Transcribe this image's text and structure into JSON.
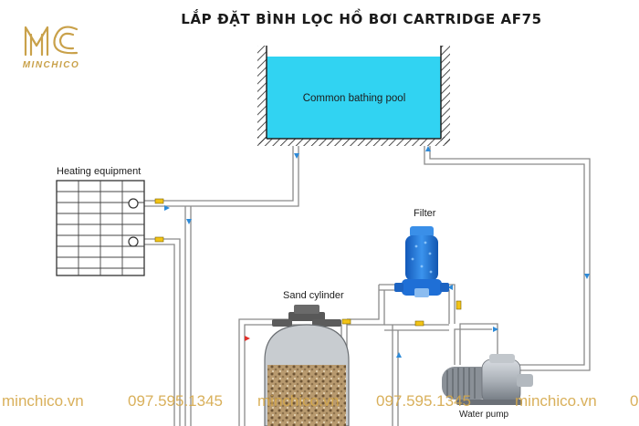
{
  "title": "LẮP ĐẶT BÌNH LỌC HỒ BƠI CARTRIDGE AF75",
  "brand": {
    "name": "MINCHICO",
    "gold": "#c9a14a"
  },
  "labels": {
    "pool": "Common bathing pool",
    "heating": "Heating equipment",
    "filter": "Filter",
    "sand": "Sand cylinder",
    "pump": "Water pump"
  },
  "watermark": {
    "site": "minchico.vn",
    "phone": "097.595.1345",
    "tail": "0",
    "color": "#d5a84a"
  },
  "colors": {
    "water": "#31d3f2",
    "pipe": "#8a8a8a",
    "filter_blue": "#1f6fd6",
    "valve_yellow": "#f2c316",
    "flow_red": "#e0302a"
  },
  "icons": [
    "brand-logo-icon",
    "valve-icon",
    "flow-arrow-icon",
    "pump-icon",
    "filter-icon",
    "sand-cylinder-icon",
    "heater-icon"
  ]
}
